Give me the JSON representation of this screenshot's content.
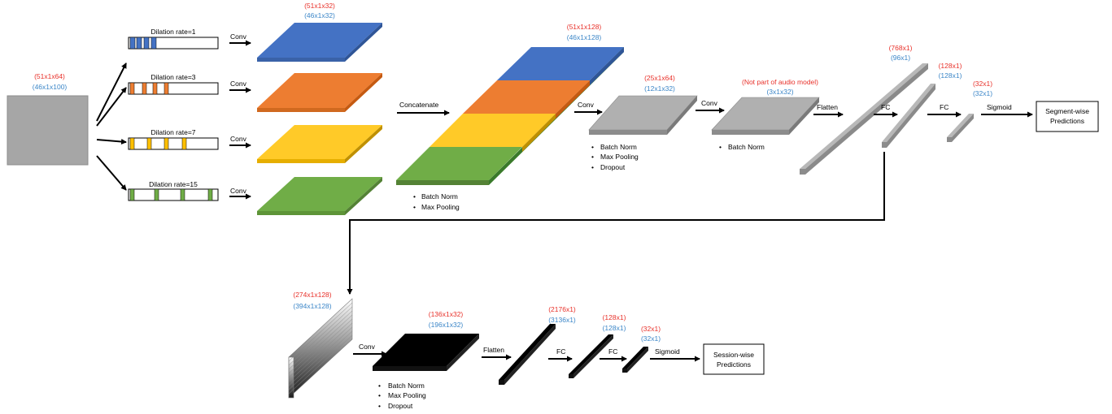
{
  "input_dims": {
    "red": "(51x1x64)",
    "blue": "(46x1x100)"
  },
  "dilated_kernels": [
    {
      "label": "Dilation rate=1",
      "color": "#4472c4"
    },
    {
      "label": "Dilation rate=3",
      "color": "#ed7d31"
    },
    {
      "label": "Dilation rate=7",
      "color": "#ffc000"
    },
    {
      "label": "Dilation rate=15",
      "color": "#70ad47"
    }
  ],
  "conv_label": "Conv",
  "dilated_output_dims": {
    "red": "(51x1x32)",
    "blue": "(46x1x32)"
  },
  "layer_colors": {
    "blue": "#4472c4",
    "orange": "#ed7d31",
    "yellow": "#ffc000",
    "green": "#70ad47",
    "gray": "#a6a6a6",
    "black": "#000000"
  },
  "concatenate_label": "Concatenate",
  "concat_dims": {
    "red": "(51x1x128)",
    "blue": "(46x1x128)"
  },
  "concat_ops": [
    "Batch Norm",
    "Max Pooling"
  ],
  "conv1_dims": {
    "red": "(25x1x64)",
    "blue": "(12x1x32)"
  },
  "conv1_ops": [
    "Batch Norm",
    "Max Pooling",
    "Dropout"
  ],
  "conv2_note": "(Not part of audio model)",
  "conv2_dims": {
    "blue": "(3x1x32)"
  },
  "conv2_ops": [
    "Batch Norm"
  ],
  "flatten_label": "Flatten",
  "fc_label": "FC",
  "sigmoid_label": "Sigmoid",
  "seg_dims": [
    {
      "red": "(768x1)",
      "blue": "(96x1)"
    },
    {
      "red": "(128x1)",
      "blue": "(128x1)"
    },
    {
      "red": "(32x1)",
      "blue": "(32x1)"
    }
  ],
  "segment_output": [
    "Segment-wise",
    "Predictions"
  ],
  "session_stack_dims": {
    "red": "(274x1x128)",
    "blue": "(394x1x128)"
  },
  "session_conv_dims": {
    "red": "(136x1x32)",
    "blue": "(196x1x32)"
  },
  "session_conv_ops": [
    "Batch Norm",
    "Max Pooling",
    "Dropout"
  ],
  "session_dims": [
    {
      "red": "(2176x1)",
      "blue": "(3136x1)"
    },
    {
      "red": "(128x1)",
      "blue": "(128x1)"
    },
    {
      "red": "(32x1)",
      "blue": "(32x1)"
    }
  ],
  "session_output": [
    "Session-wise",
    "Predictions"
  ]
}
